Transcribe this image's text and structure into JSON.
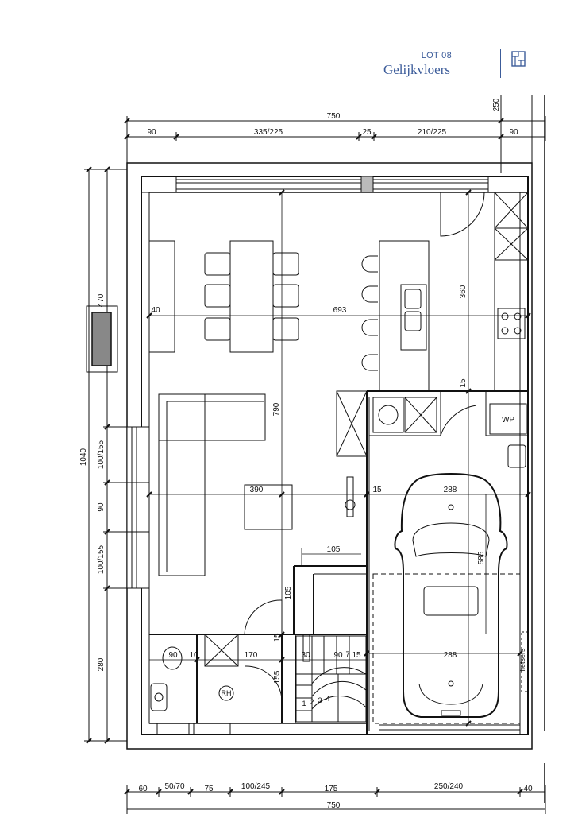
{
  "header": {
    "lot": "LOT 08",
    "floor": "Gelijkvloers"
  },
  "dims": {
    "top_total": "750",
    "top": [
      "90",
      "335/225",
      "25",
      "210/225",
      "90"
    ],
    "top_right": "250",
    "bottom": [
      "60",
      "50/70",
      "75",
      "100/245",
      "175",
      "250/240",
      "40"
    ],
    "bottom_total": "750",
    "left_total": "1040",
    "left_window": "470",
    "left": [
      "100/155",
      "90",
      "100/155",
      "280"
    ],
    "inner_40": "40",
    "inner_693": "693",
    "inner_360": "360",
    "inner_790": "790",
    "inner_15a": "15",
    "inner_390": "390",
    "inner_15b": "15",
    "inner_288a": "288",
    "inner_585": "585",
    "inner_105a": "105",
    "inner_105b": "105",
    "inner_15c": "15",
    "inner_90a": "90",
    "inner_10": "10",
    "inner_170": "170",
    "inner_30": "30",
    "inner_90b": "90",
    "inner_7": "7",
    "inner_15d": "15",
    "inner_155": "155",
    "inner_288b": "288"
  },
  "labels": {
    "wp": "WP",
    "rh": "RH",
    "fietsers": "fietsers"
  },
  "stairs": [
    "1",
    "2",
    "3",
    "4"
  ]
}
